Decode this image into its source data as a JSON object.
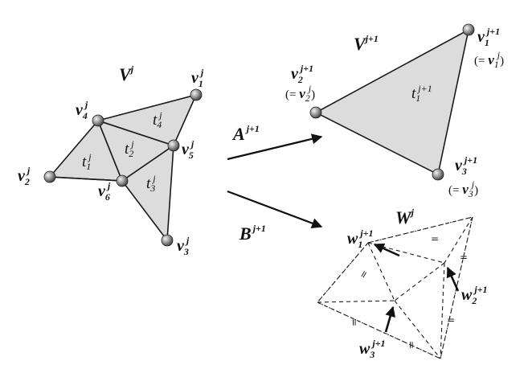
{
  "left_mesh": {
    "title": "V",
    "title_sup": "j",
    "vertices": [
      {
        "name": "v",
        "sub": "1",
        "sup": "j"
      },
      {
        "name": "v",
        "sub": "2",
        "sup": "j"
      },
      {
        "name": "v",
        "sub": "3",
        "sup": "j"
      },
      {
        "name": "v",
        "sub": "4",
        "sup": "j"
      },
      {
        "name": "v",
        "sub": "5",
        "sup": "j"
      },
      {
        "name": "v",
        "sub": "6",
        "sup": "j"
      }
    ],
    "triangles": [
      {
        "name": "t",
        "sub": "1",
        "sup": "j"
      },
      {
        "name": "t",
        "sub": "2",
        "sup": "j"
      },
      {
        "name": "t",
        "sub": "3",
        "sup": "j"
      },
      {
        "name": "t",
        "sub": "4",
        "sup": "j"
      }
    ]
  },
  "right_mesh": {
    "title": "V",
    "title_sup": "j+1",
    "vertices": [
      {
        "name": "v",
        "sub": "1",
        "sup": "j+1",
        "eq_open": "(= ",
        "eq_name": "v",
        "eq_sub": "1",
        "eq_sup": "j",
        "eq_close": ")"
      },
      {
        "name": "v",
        "sub": "2",
        "sup": "j+1",
        "eq_open": "(= ",
        "eq_name": "v",
        "eq_sub": "2",
        "eq_sup": "j",
        "eq_close": ")"
      },
      {
        "name": "v",
        "sub": "3",
        "sup": "j+1",
        "eq_open": "(= ",
        "eq_name": "v",
        "eq_sub": "3",
        "eq_sup": "j",
        "eq_close": ")"
      }
    ],
    "triangle": {
      "name": "t",
      "sub": "1",
      "sup": "j+1"
    }
  },
  "operators": {
    "A": {
      "name": "A",
      "sup": "j+1"
    },
    "B": {
      "name": "B",
      "sup": "j+1"
    }
  },
  "wavelet_mesh": {
    "title": "W",
    "title_sup": "j",
    "coeffs": [
      {
        "name": "w",
        "sub": "1",
        "sup": "j+1"
      },
      {
        "name": "w",
        "sub": "2",
        "sup": "j+1"
      },
      {
        "name": "w",
        "sub": "3",
        "sup": "j+1"
      }
    ],
    "tick_mark": "="
  },
  "colors": {
    "fill": "#dcdcdc",
    "stroke": "#1a1a1a",
    "ball": "#8a8a8a"
  }
}
